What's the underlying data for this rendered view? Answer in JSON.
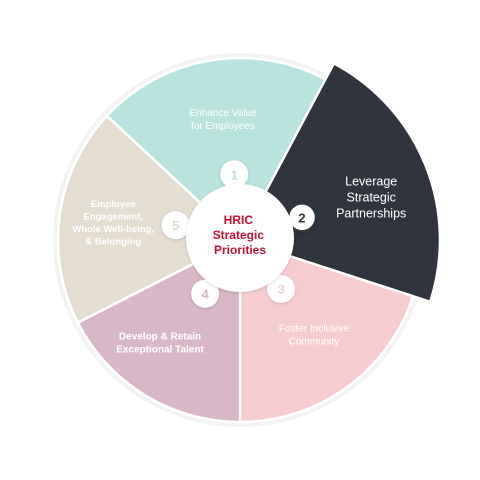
{
  "center": {
    "lines": [
      "HRIC",
      "Strategic",
      "Priorities"
    ],
    "color": "#c8102e"
  },
  "segments": [
    {
      "number": "1",
      "lines": [
        "Enhance Value",
        "for Employees"
      ],
      "color": "#b9e3dc",
      "text_color": "#ffffff",
      "highlighted": false
    },
    {
      "number": "2",
      "lines": [
        "Leverage",
        "Strategic",
        "Partnerships"
      ],
      "color": "#2f343d",
      "text_color": "#ffffff",
      "highlighted": true
    },
    {
      "number": "3",
      "lines": [
        "Foster Inclusive",
        "Community"
      ],
      "color": "#f5cdd0",
      "text_color": "#ffffff",
      "highlighted": false
    },
    {
      "number": "4",
      "lines": [
        "Develop & Retain",
        "Exceptional Talent"
      ],
      "color": "#d8b7c6",
      "text_color": "#ffffff",
      "highlighted": false
    },
    {
      "number": "5",
      "lines": [
        "Employee",
        "Engagement,",
        "Whole Well-being,",
        "& Belonging"
      ],
      "color": "#e3ddd2",
      "text_color": "#ffffff",
      "highlighted": false
    }
  ]
}
